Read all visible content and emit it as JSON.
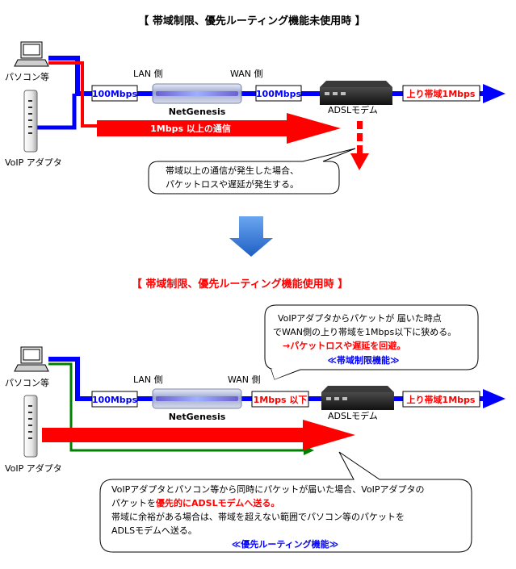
{
  "top": {
    "title": "【 帯域制限、優先ルーティング機能未使用時 】",
    "pc_label": "パソコン等",
    "voip_label": "VoIP アダプタ",
    "lan_label": "LAN 側",
    "wan_label": "WAN 側",
    "lan_speed": "100Mbps",
    "wan_speed": "100Mbps",
    "router_name": "NetGenesis",
    "modem_label": "ADSLモデム",
    "upstream": "上り帯域1Mbps",
    "flow_label": "1Mbps 以上の通信",
    "callout": [
      "帯域以上の通信が発生した場合、",
      "パケットロスや遅延が発生する。"
    ]
  },
  "bottom": {
    "title": "【 帯域制限、優先ルーティング機能使用時 】",
    "pc_label": "パソコン等",
    "voip_label": "VoIP アダプタ",
    "lan_label": "LAN 側",
    "wan_label": "WAN 側",
    "lan_speed": "100Mbps",
    "wan_speed": "1Mbps 以下",
    "router_name": "NetGenesis",
    "modem_label": "ADSLモデム",
    "upstream": "上り帯域1Mbps",
    "callout_top": {
      "line1": "VoIPアダプタからパケットが 届いた時点",
      "line2": "でWAN側の上り帯域を1Mbps以下に狭める。",
      "line3": "→パケットロスや遅延を回避。",
      "feature": "≪帯域制限機能≫"
    },
    "callout_bottom": {
      "line1": "VoIPアダプタとパソコン等から同時にパケットが届いた場合、VoIPアダプタの",
      "line2_a": "パケットを",
      "line2_b": "優先的にADSLモデムへ送る。",
      "line3": "帯域に余裕がある場合は、帯域を超えない範囲でパソコン等のパケットを",
      "line4": "ADLSモデムへ送る。",
      "feature": "≪優先ルーティング機能≫"
    }
  },
  "colors": {
    "blue": "#0000ff",
    "red": "#ff0000",
    "green": "#008000",
    "down_arrow": "#3a7fd9"
  }
}
